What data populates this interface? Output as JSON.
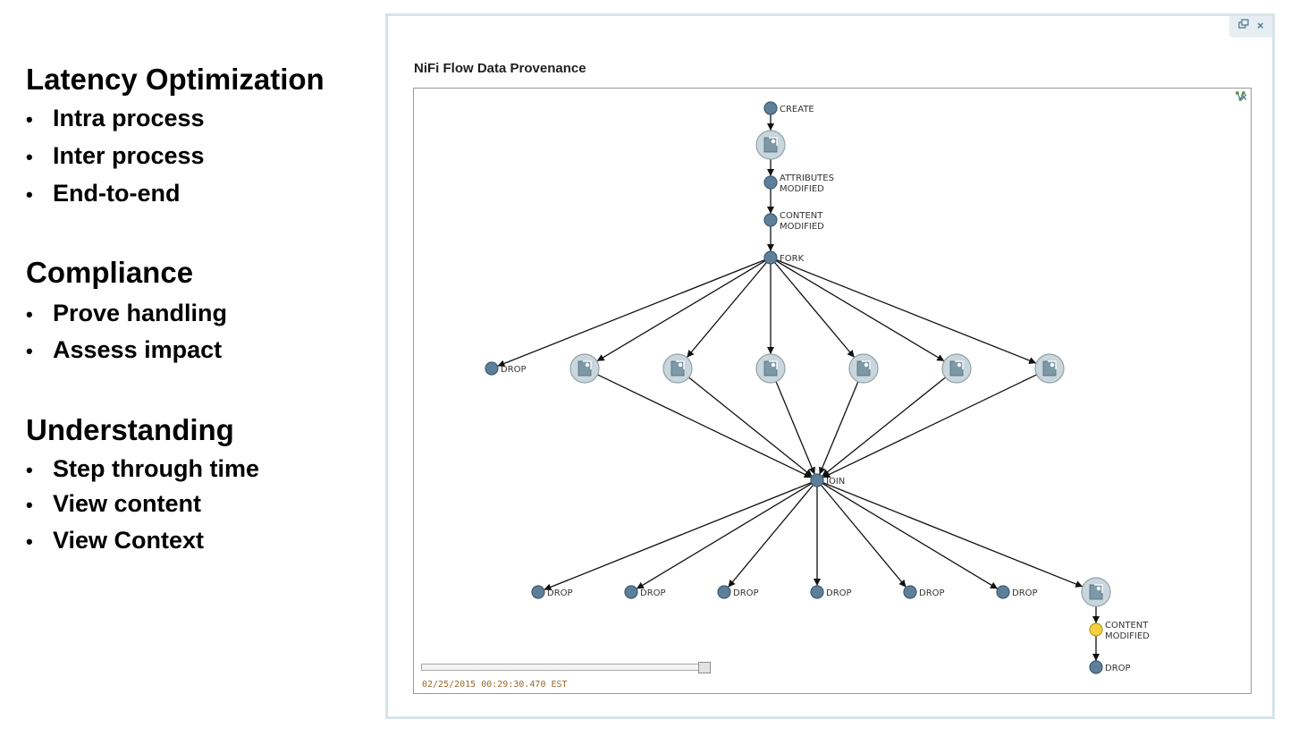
{
  "sections": [
    {
      "heading": "Latency Optimization",
      "items": [
        "Intra process",
        "Inter process",
        "End-to-end"
      ]
    },
    {
      "heading": "Compliance",
      "items": [
        "Prove handling",
        "Assess impact"
      ]
    },
    {
      "heading": "Understanding",
      "items": [
        "Step through time",
        "View content",
        "View Context"
      ]
    }
  ],
  "bullet_glyph": "•",
  "window": {
    "restore_icon": "restore-icon",
    "close_glyph": "×",
    "panel_title": "NiFi Flow Data Provenance"
  },
  "graph": {
    "tools": {
      "lineage_icon": "lineage-icon",
      "close_glyph": "×"
    },
    "labels": {
      "create": "CREATE",
      "attributes_modified": [
        "ATTRIBUTES",
        "MODIFIED"
      ],
      "content_modified": [
        "CONTENT",
        "MODIFIED"
      ],
      "fork": "FORK",
      "drop": "DROP",
      "join": "JOIN"
    },
    "colors": {
      "event_node": "#5e7f99",
      "flowfile_node": "#c9d6dc",
      "highlight_node": "#f5d142",
      "edge": "#111111"
    },
    "timestamp": "02/25/2015 00:29:30.470 EST",
    "slider_position": 1.0
  }
}
